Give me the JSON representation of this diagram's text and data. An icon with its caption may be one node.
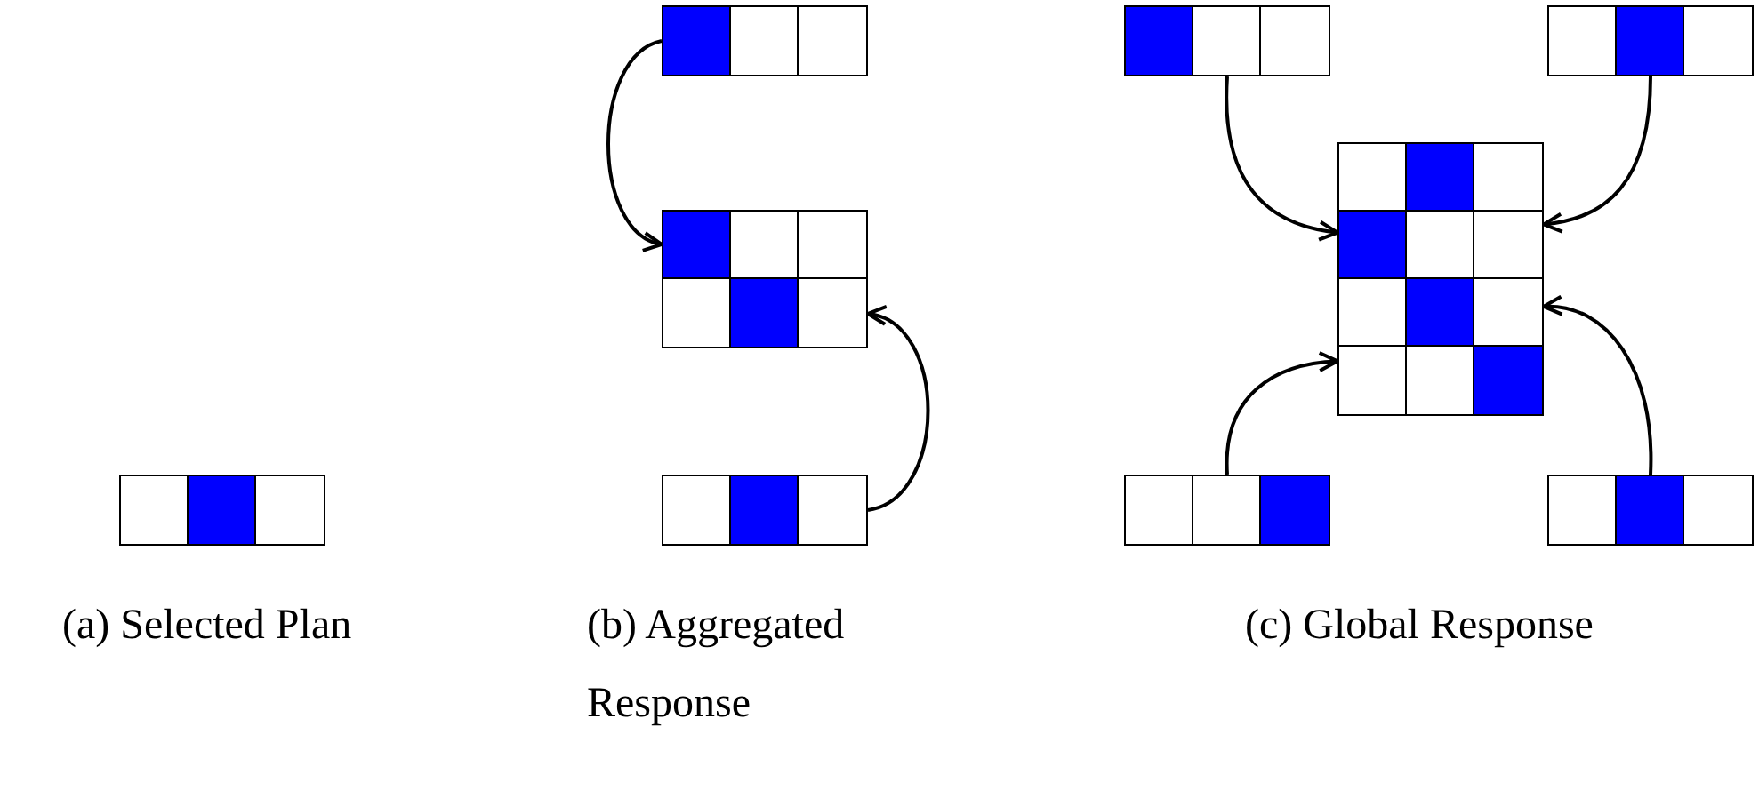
{
  "diagram": {
    "nodes": [
      {
        "text": [],
        "shape": "grid"
      },
      {
        "text": [],
        "shape": "grid"
      },
      {
        "text": [],
        "shape": "grid"
      },
      {
        "text": [],
        "shape": "grid"
      },
      {
        "text": [],
        "shape": "grid"
      },
      {
        "text": [],
        "shape": "grid"
      },
      {
        "text": [],
        "shape": "grid"
      },
      {
        "text": [],
        "shape": "grid"
      },
      {
        "text": [],
        "shape": "grid"
      }
    ],
    "edges": [
      {
        "from": 1,
        "to": 2,
        "arrow": "to"
      },
      {
        "from": 3,
        "to": 2,
        "arrow": "to"
      },
      {
        "from": 4,
        "to": 6,
        "arrow": "to"
      },
      {
        "from": 5,
        "to": 6,
        "arrow": "to"
      },
      {
        "from": 7,
        "to": 6,
        "arrow": "to"
      },
      {
        "from": 8,
        "to": 6,
        "arrow": "to"
      }
    ],
    "labels": [
      "(a) Selected Plan",
      "(b) Aggregated Response",
      "(c) Global Response"
    ]
  }
}
